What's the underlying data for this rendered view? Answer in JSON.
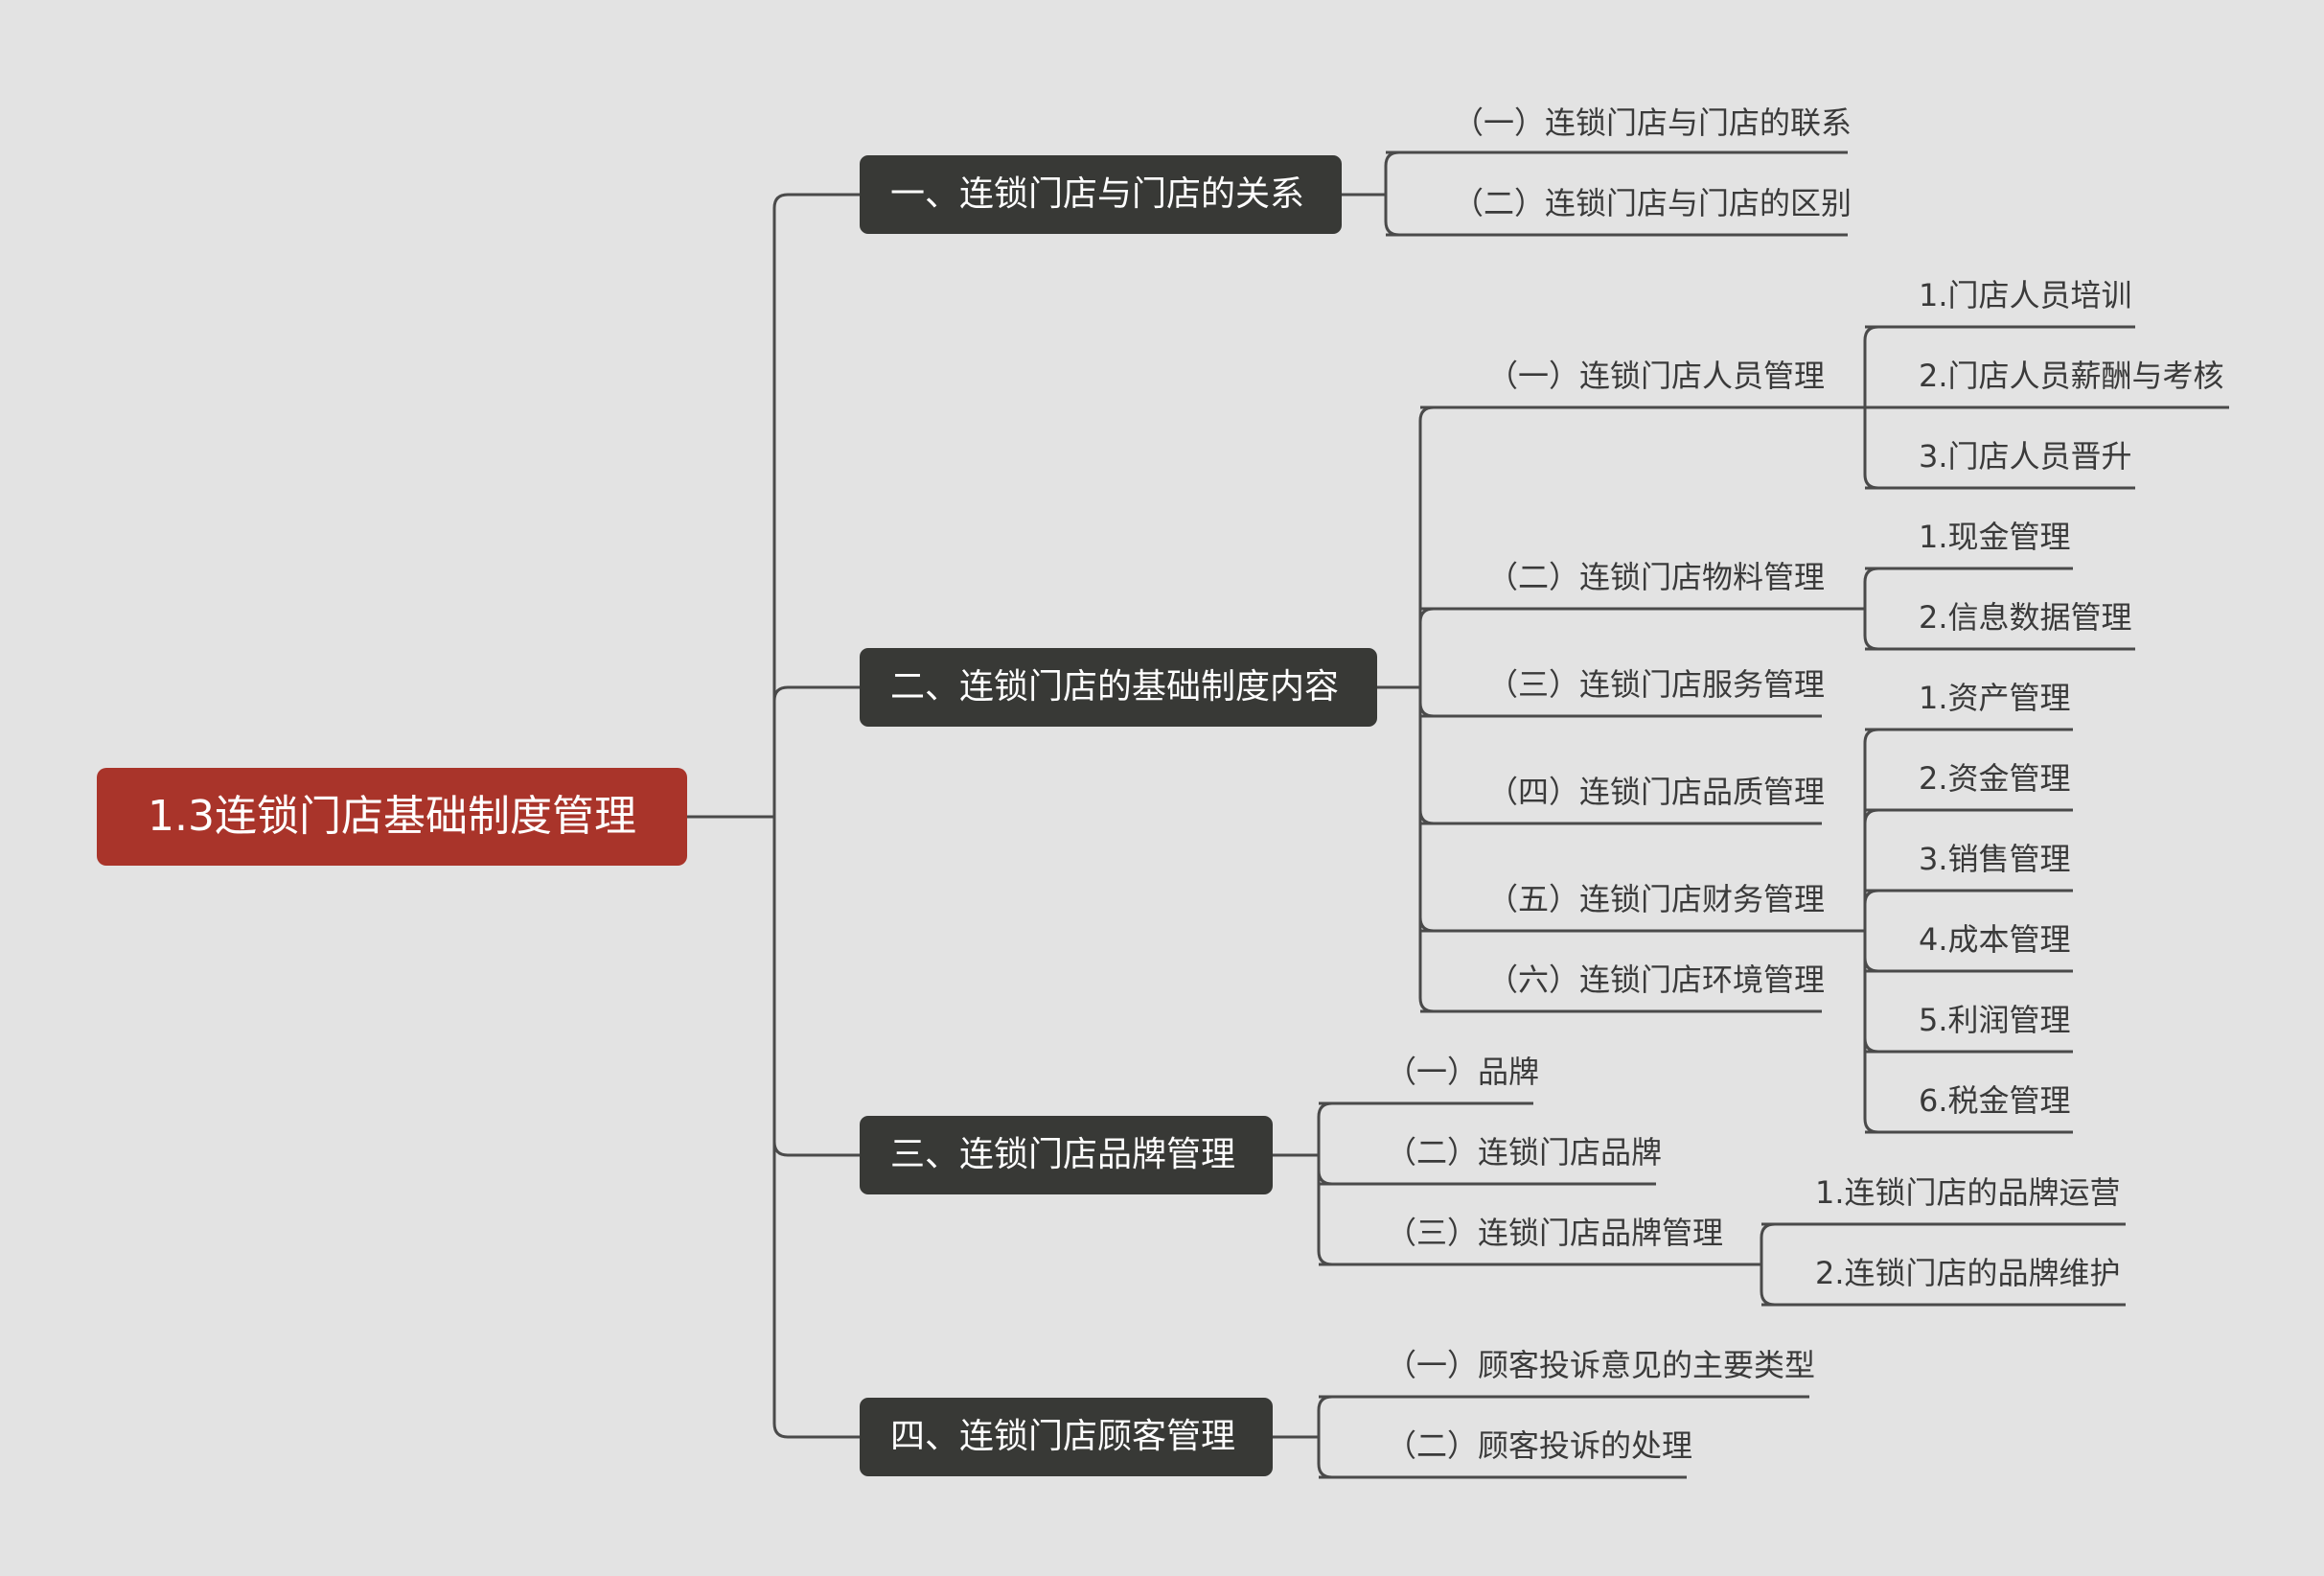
{
  "root": {
    "label": "1.3连锁门店基础制度管理",
    "color": "#a9342a"
  },
  "branches": [
    {
      "label": "一、连锁门店与门店的关系",
      "children": [
        {
          "label": "（一）连锁门店与门店的联系"
        },
        {
          "label": "（二）连锁门店与门店的区别"
        }
      ]
    },
    {
      "label": "二、连锁门店的基础制度内容",
      "children": [
        {
          "label": "（一）连锁门店人员管理",
          "children": [
            "1.门店人员培训",
            "2.门店人员薪酬与考核",
            "3.门店人员晋升"
          ]
        },
        {
          "label": "（二）连锁门店物料管理",
          "children": [
            "1.现金管理",
            "2.信息数据管理"
          ]
        },
        {
          "label": "（三）连锁门店服务管理"
        },
        {
          "label": "（四）连锁门店品质管理"
        },
        {
          "label": "（五）连锁门店财务管理",
          "children": [
            "1.资产管理",
            "2.资金管理",
            "3.销售管理",
            "4.成本管理",
            "5.利润管理",
            "6.税金管理"
          ]
        },
        {
          "label": "（六）连锁门店环境管理"
        }
      ]
    },
    {
      "label": "三、连锁门店品牌管理",
      "children": [
        {
          "label": "（一）品牌"
        },
        {
          "label": "（二）连锁门店品牌"
        },
        {
          "label": "（三）连锁门店品牌管理",
          "children": [
            "1.连锁门店的品牌运营",
            "2.连锁门店的品牌维护"
          ]
        }
      ]
    },
    {
      "label": "四、连锁门店顾客管理",
      "children": [
        {
          "label": "（一）顾客投诉意见的主要类型"
        },
        {
          "label": "（二）顾客投诉的处理"
        }
      ]
    }
  ],
  "colors": {
    "background": "#e3e3e3",
    "branch_fill": "#383936",
    "line": "#4a4a4a",
    "text": "#3a3a3a"
  }
}
